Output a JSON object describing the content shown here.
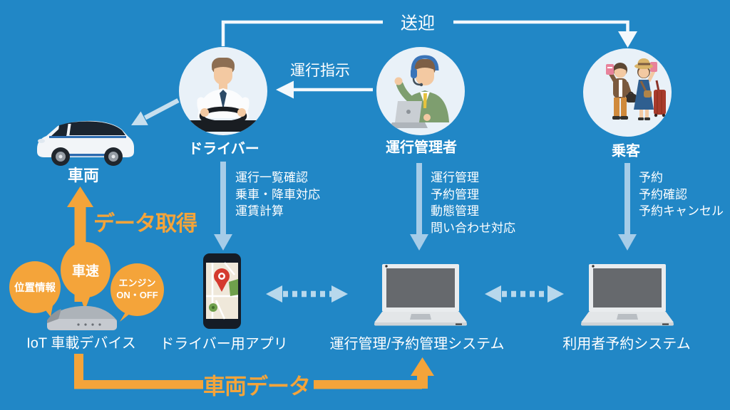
{
  "colors": {
    "background": "#2187c6",
    "orange": "#f4a43a"
  },
  "flow": {
    "pickup": "送迎",
    "dispatch": "運行指示",
    "data_acquisition": "データ取得",
    "vehicle_data": "車両データ"
  },
  "actors": {
    "driver": {
      "label": "ドライバー",
      "tasks": [
        "運行一覧確認",
        "乗車・降車対応",
        "運賃計算"
      ]
    },
    "manager": {
      "label": "運行管理者",
      "tasks": [
        "運行管理",
        "予約管理",
        "動態管理",
        "問い合わせ対応"
      ]
    },
    "passenger": {
      "label": "乗客",
      "tasks": [
        "予約",
        "予約確認",
        "予約キャンセル"
      ]
    }
  },
  "vehicle": {
    "label": "車両"
  },
  "iot": {
    "label": "IoT 車載デバイス",
    "bubbles": {
      "location": "位置情報",
      "speed": "車速",
      "engine_line1": "エンジン",
      "engine_line2": "ON・OFF"
    }
  },
  "systems": {
    "driver_app": "ドライバー用アプリ",
    "operation_system": "運行管理/予約管理システム",
    "user_system": "利用者予約システム"
  }
}
